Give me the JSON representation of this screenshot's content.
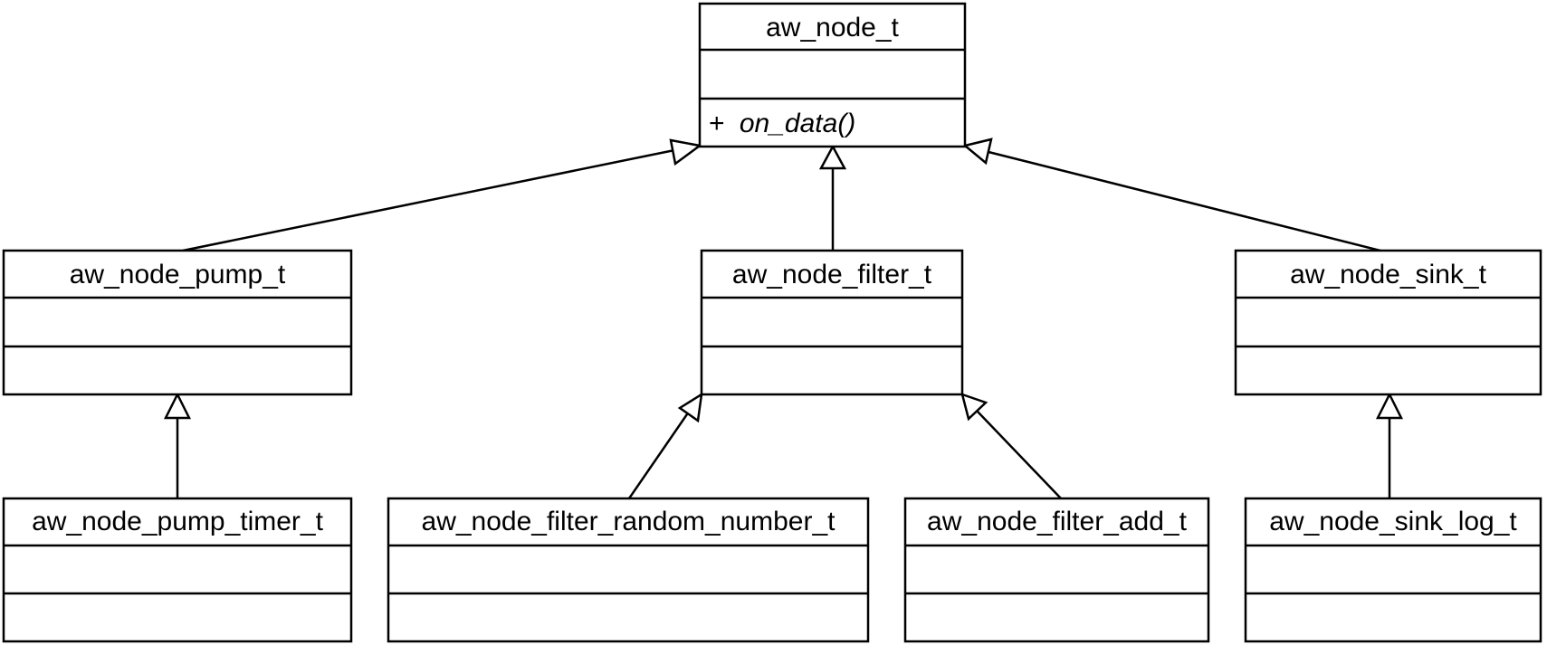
{
  "classes": {
    "root": {
      "name": "aw_node_t",
      "op_visibility": "+",
      "op_name": "on_data()"
    },
    "pump": {
      "name": "aw_node_pump_t"
    },
    "filter": {
      "name": "aw_node_filter_t"
    },
    "sink": {
      "name": "aw_node_sink_t"
    },
    "pump_timer": {
      "name": "aw_node_pump_timer_t"
    },
    "filter_random_number": {
      "name": "aw_node_filter_random_number_t"
    },
    "filter_add": {
      "name": "aw_node_filter_add_t"
    },
    "sink_log": {
      "name": "aw_node_sink_log_t"
    }
  },
  "relations": [
    {
      "from": "pump",
      "to": "root",
      "type": "generalization"
    },
    {
      "from": "filter",
      "to": "root",
      "type": "generalization"
    },
    {
      "from": "sink",
      "to": "root",
      "type": "generalization"
    },
    {
      "from": "pump_timer",
      "to": "pump",
      "type": "generalization"
    },
    {
      "from": "filter_random_number",
      "to": "filter",
      "type": "generalization"
    },
    {
      "from": "filter_add",
      "to": "filter",
      "type": "generalization"
    },
    {
      "from": "sink_log",
      "to": "sink",
      "type": "generalization"
    }
  ]
}
